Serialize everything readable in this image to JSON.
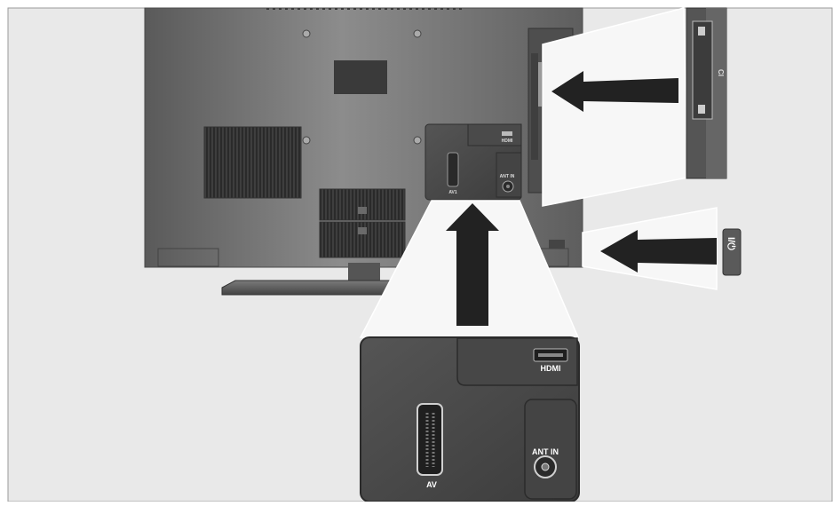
{
  "labels": {
    "ci_slot": "CI",
    "power_switch": "I/⏻",
    "hdmi_small": "HDMI",
    "av_small": "AV1",
    "ant_small": "ANT IN",
    "hdmi": "HDMI",
    "av": "AV",
    "ant_in": "ANT IN"
  },
  "colors": {
    "background": "#e9e9e9",
    "tv_back": "#6e6e6e",
    "panel": "#4a4a4a",
    "arrow": "#222222",
    "callout": "#f7f7f7"
  },
  "icons": [
    "power-icon",
    "scart-connector-icon",
    "hdmi-port-icon",
    "antenna-socket-icon",
    "arrow-icon"
  ]
}
